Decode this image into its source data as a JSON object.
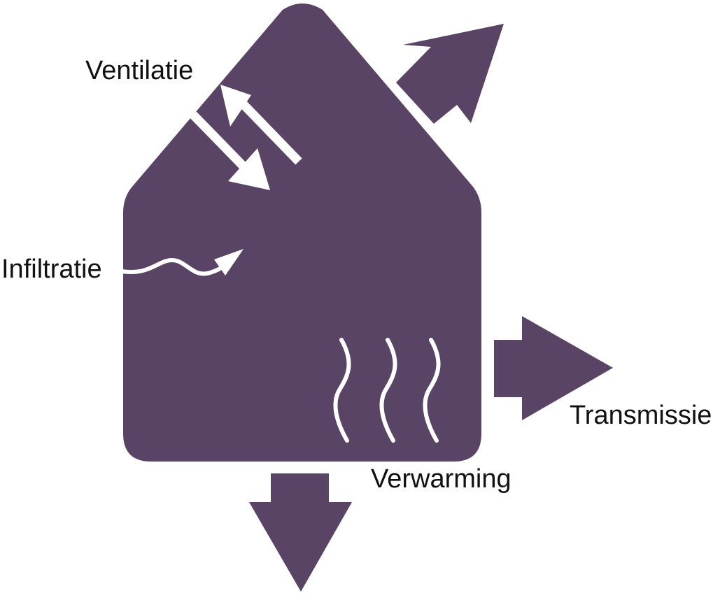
{
  "diagram": {
    "labels": {
      "ventilation": "Ventilatie",
      "infiltration": "Infiltratie",
      "transmission": "Transmissie",
      "heating": "Verwarming"
    },
    "colors": {
      "house": "#594466",
      "arrows_inside": "#ffffff",
      "text": "#111111",
      "background": "#ffffff"
    },
    "icons": {
      "house": "house-icon",
      "roof_loss": "arrow-up-right-icon",
      "transmission": "arrow-right-icon",
      "floor_loss": "arrow-down-icon",
      "ventilation": "two-way-arrow-icon",
      "infiltration": "wavy-arrow-icon",
      "heating": "heat-waves-icon"
    }
  }
}
